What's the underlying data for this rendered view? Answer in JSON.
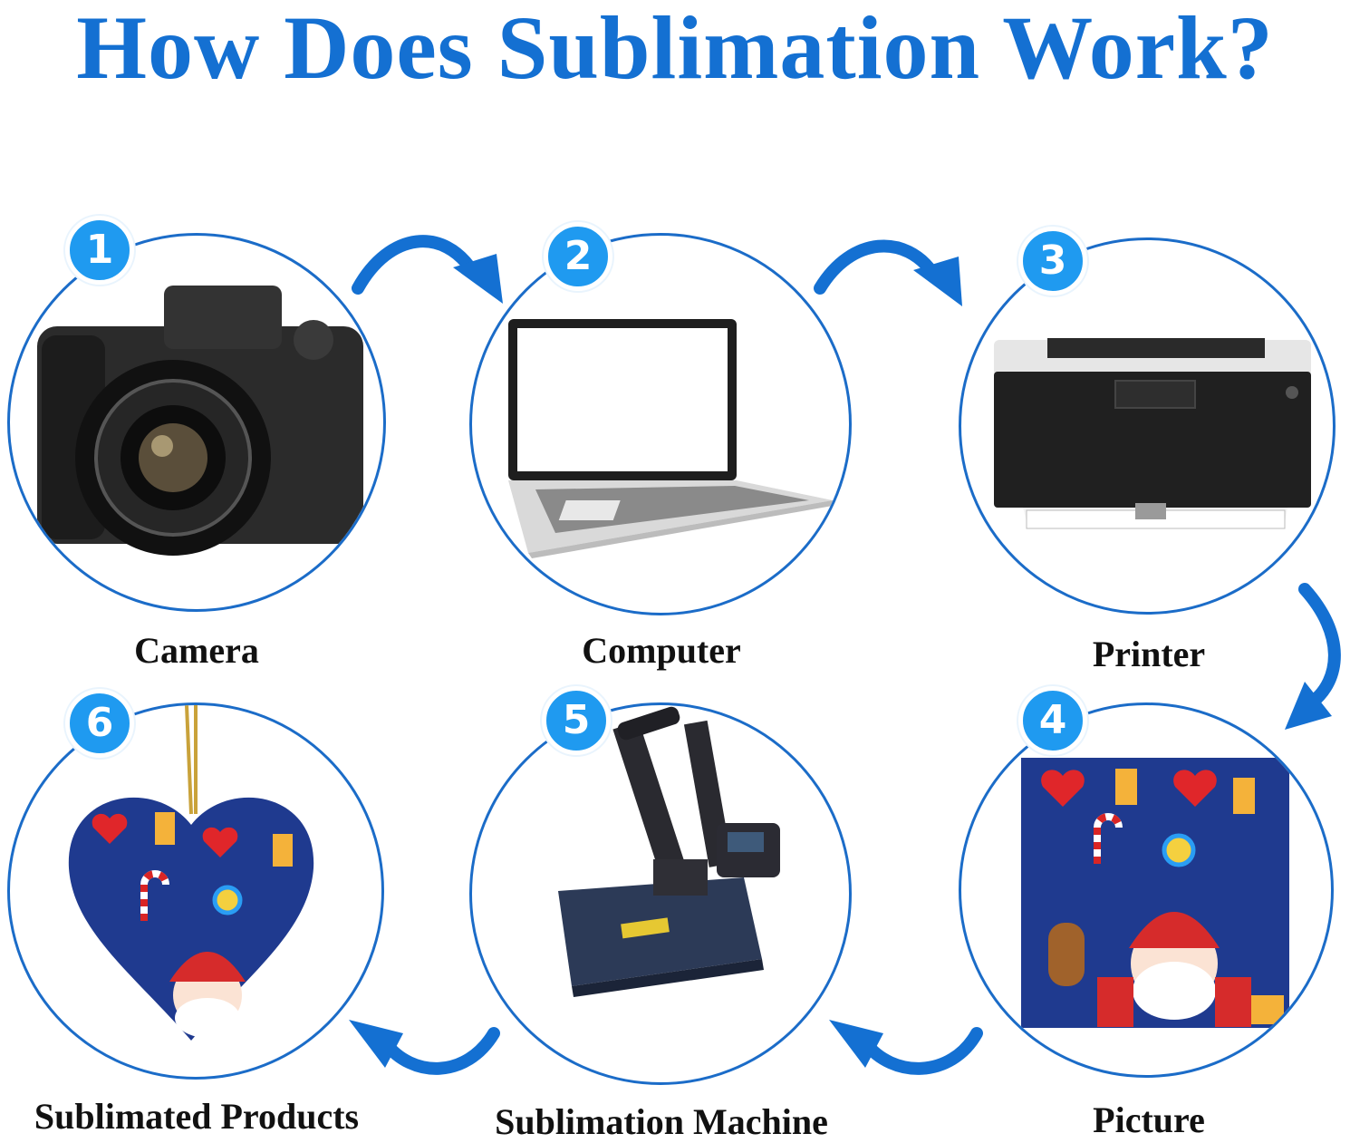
{
  "title": "How Does Sublimation Work?",
  "accent_color": "#1470d2",
  "badge_color": "#1f9af0",
  "steps": [
    {
      "number": "1",
      "label": "Camera",
      "icon": "camera-icon"
    },
    {
      "number": "2",
      "label": "Computer",
      "icon": "laptop-icon"
    },
    {
      "number": "3",
      "label": "Printer",
      "icon": "printer-icon"
    },
    {
      "number": "4",
      "label": "Picture",
      "icon": "christmas-print-icon"
    },
    {
      "number": "5",
      "label": "Sublimation Machine",
      "icon": "heat-press-icon"
    },
    {
      "number": "6",
      "label": "Sublimated Products",
      "icon": "heart-ornament-icon"
    }
  ]
}
